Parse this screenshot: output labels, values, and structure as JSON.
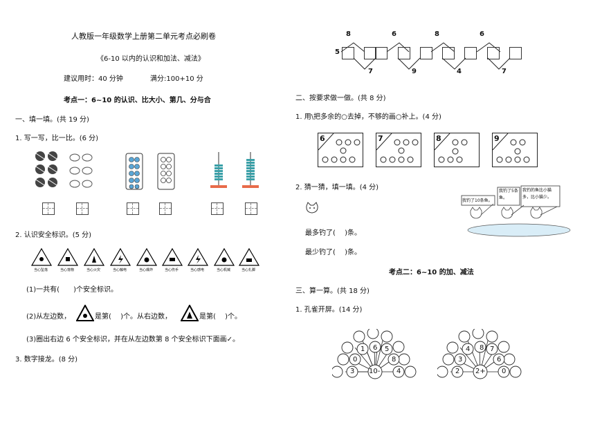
{
  "header": {
    "title": "人教版一年级数学上册第二单元考点必刷卷",
    "subtitle": "《6-10 以内的认识和加法、减法》",
    "time_label": "建议用时：40 分钟",
    "score_label": "满分:100+10 分"
  },
  "left": {
    "topic1": "考点一：6~10 的认识、比大小、第几、分与合",
    "section1": "一、填一填。(共 19 分)",
    "q1": "1. 写一写，比一比。(6 分)",
    "q2": "2. 认识安全标识。(5 分)",
    "sign_labels": [
      "当心坠落",
      "当心落物",
      "当心火灾",
      "当心触电",
      "当心爆炸",
      "当心伤手",
      "当心感电",
      "当心机械",
      "当心扎脚"
    ],
    "q2_1": "(1)一共有(　　)个安全标识。",
    "q2_2a": "(2)从左边数，",
    "q2_2b": "是第(　 )个。从右边数，",
    "q2_2c": "是第(　 )个。",
    "q2_3": "(3)圈出右边 6 个安全标识，并在从左边数第 8 个安全标识下面画✓。",
    "q3": "3. 数字接龙。(8 分)"
  },
  "chain": {
    "top_numbers": [
      "8",
      "6",
      "8",
      "6"
    ],
    "bottom_numbers": [
      "7",
      "9",
      "4",
      "7"
    ],
    "start": "5"
  },
  "right": {
    "section2": "二、按要求做一做。(共 8 分)",
    "q1": "1. 用\\把多余的○去掉，不够的画○补上。(4 分)",
    "frames": [
      "6",
      "7",
      "8",
      "9"
    ],
    "q2": "2. 猜一猜，填一填。(4 分)",
    "bubbles": [
      "我钓了10条鱼。",
      "我钓了5条鱼。",
      "我钓的鱼比小猫多，比小猫少。"
    ],
    "most": "最多钓了(　 )条。",
    "least": "最少钓了(　 )条。",
    "topic2": "考点二：6~10 的加、减法",
    "section3": "三、算一算。(共 18 分)",
    "q3_1": "1. 孔雀开屏。(14 分)"
  },
  "peacock1": {
    "center": "10-",
    "values": [
      "6",
      "5",
      "8",
      "0",
      "1",
      "3",
      "4"
    ]
  },
  "peacock2": {
    "center": "2+",
    "values": [
      "4",
      "8",
      "7",
      "3",
      "6",
      "2",
      "0"
    ]
  }
}
